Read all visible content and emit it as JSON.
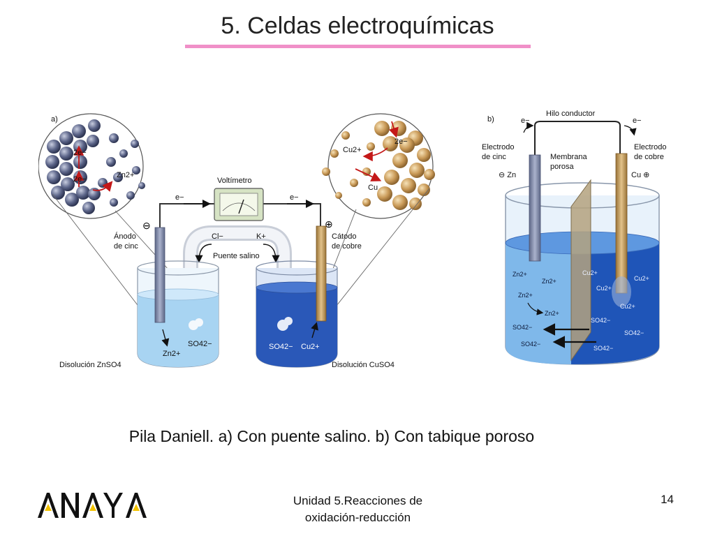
{
  "slide": {
    "title": "5. Celdas electroquímicas",
    "caption": "Pila Daniell. a) Con puente salino. b) Con tabique poroso",
    "footer_unit_line1": "Unidad 5.Reacciones de",
    "footer_unit_line2": "oxidación-reducción",
    "page_number": "14",
    "logo_text": "ANAYA"
  },
  "colors": {
    "title_rule": "#f090c8",
    "zinc": "#7c86a8",
    "copper": "#c8a36a",
    "znso4_solution": "#a8d4f2",
    "cuso4_solution": "#2a58b8"
  },
  "diagram_a": {
    "label": "a)",
    "voltmeter": "Voltímetro",
    "electron_left": "e−",
    "electron_right": "e−",
    "anode_sign": "⊖",
    "anode_line1": "Ánodo",
    "anode_line2": "de cinc",
    "cathode_sign": "⊕",
    "cathode_line1": "Cátodo",
    "cathode_line2": "de cobre",
    "bridge_cl": "Cl−",
    "bridge_k": "K+",
    "bridge_label": "Puente salino",
    "inset_zinc_2e_top": "2e−",
    "inset_zinc_2e_bottom": "2e−",
    "inset_zinc_ion": "Zn2+",
    "inset_cu_ion": "Cu2+",
    "inset_cu_2e": "2e−",
    "inset_cu_metal": "Cu",
    "left_beaker_zn": "Zn2+",
    "left_beaker_so4": "SO42−",
    "right_beaker_so4": "SO42−",
    "right_beaker_cu": "Cu2+",
    "left_solution": "Disolución ZnSO4",
    "right_solution": "Disolución CuSO4"
  },
  "diagram_b": {
    "label": "b)",
    "wire": "Hilo conductor",
    "e_left": "e−",
    "e_right": "e−",
    "zinc_electrode_line1": "Electrodo",
    "zinc_electrode_line2": "de cinc",
    "zinc_terminal": "⊖ Zn",
    "membrane_line1": "Membrana",
    "membrane_line2": "porosa",
    "copper_electrode_line1": "Electrodo",
    "copper_electrode_line2": "de cobre",
    "copper_terminal": "Cu ⊕",
    "ions_left": [
      "Zn2+",
      "Zn2+",
      "Zn2+",
      "Zn2+",
      "SO42−",
      "SO42−"
    ],
    "ions_right": [
      "Cu2+",
      "Cu2+",
      "Cu2+",
      "Cu2+",
      "SO42−",
      "SO42−",
      "SO42−"
    ]
  }
}
